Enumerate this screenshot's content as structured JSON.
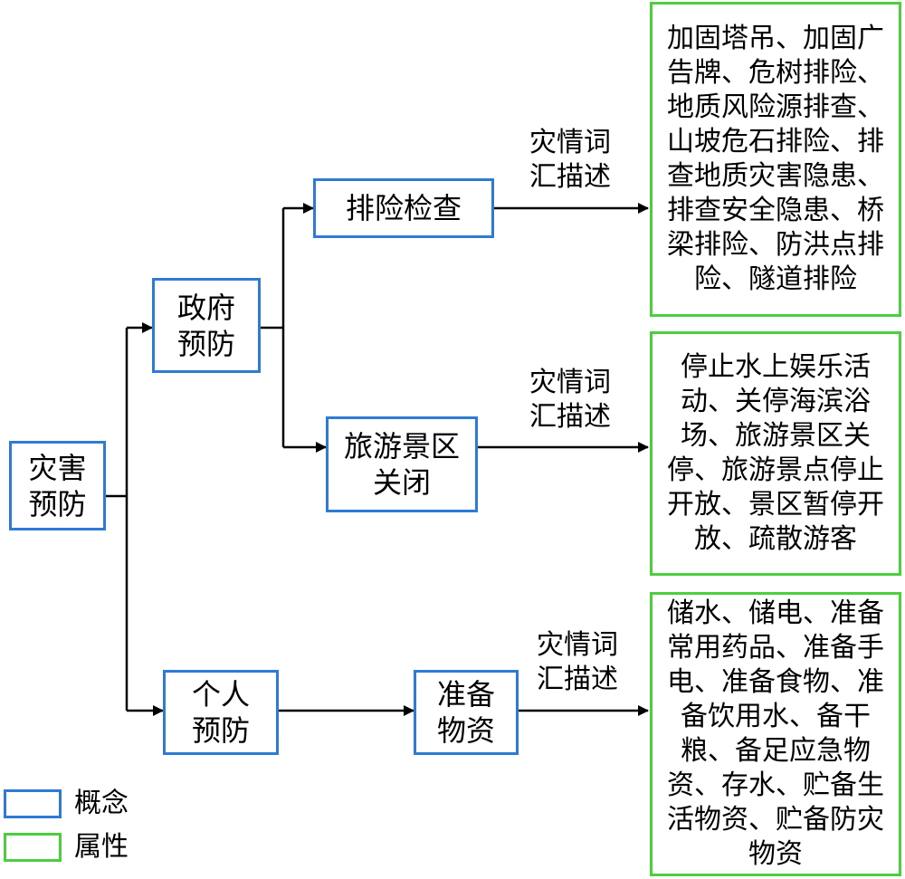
{
  "nodes": {
    "root": "灾害\n预防",
    "gov": "政府\n预防",
    "personal": "个人\n预防",
    "inspect": "排险检查",
    "tour": "旅游景区\n关闭",
    "supplies": "准备\n物资"
  },
  "edge_label": "灾情词\n汇描述",
  "attributes": {
    "inspect": "加固塔吊、加固广告牌、危树排险、地质风险源排查、山坡危石排险、排查地质灾害隐患、排查安全隐患、桥梁排险、防洪点排险、隧道排险",
    "tour": "停止水上娱乐活动、关停海滨浴场、旅游景区关停、旅游景点停止开放、景区暂停开放、疏散游客",
    "supplies": "储水、储电、准备常用药品、准备手电、准备食物、准备饮用水、备干粮、备足应急物资、存水、贮备生活物资、贮备防灾物资"
  },
  "legend": {
    "concept_label": "概念",
    "attribute_label": "属性",
    "concept_color": "#2e7bd6",
    "attribute_color": "#4ccf3c"
  },
  "colors": {
    "line": "#000000"
  }
}
